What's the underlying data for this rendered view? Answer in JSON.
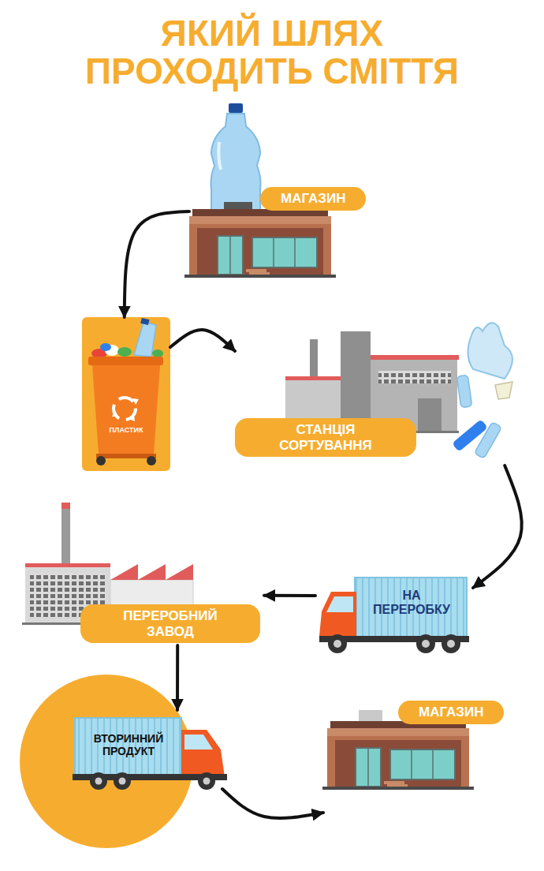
{
  "diagram": {
    "title": "ЯКИЙ ШЛЯХ ПРОХОДИТЬ СМІТТЯ",
    "nodes": [
      {
        "text": [
          "МАГАЗИН"
        ]
      },
      {
        "text": [
          "ПЛАСТИК"
        ]
      },
      {
        "text": [
          "СТАНЦІЯ СОРТУВАННЯ"
        ]
      },
      {
        "text": [
          "НА ПЕРЕРОБКУ"
        ]
      },
      {
        "text": [
          "ПЕРЕРОБНИЙ ЗАВОД"
        ]
      },
      {
        "text": [
          "ВТОРИННИЙ ПРОДУКТ"
        ]
      },
      {
        "text": [
          "МАГАЗИН"
        ]
      }
    ],
    "edges": [
      {
        "from": 0,
        "to": 1,
        "arrow": "to"
      },
      {
        "from": 1,
        "to": 2,
        "arrow": "to"
      },
      {
        "from": 2,
        "to": 3,
        "arrow": "to"
      },
      {
        "from": 3,
        "to": 4,
        "arrow": "to"
      },
      {
        "from": 4,
        "to": 5,
        "arrow": "to"
      },
      {
        "from": 5,
        "to": 6,
        "arrow": "to"
      }
    ]
  }
}
